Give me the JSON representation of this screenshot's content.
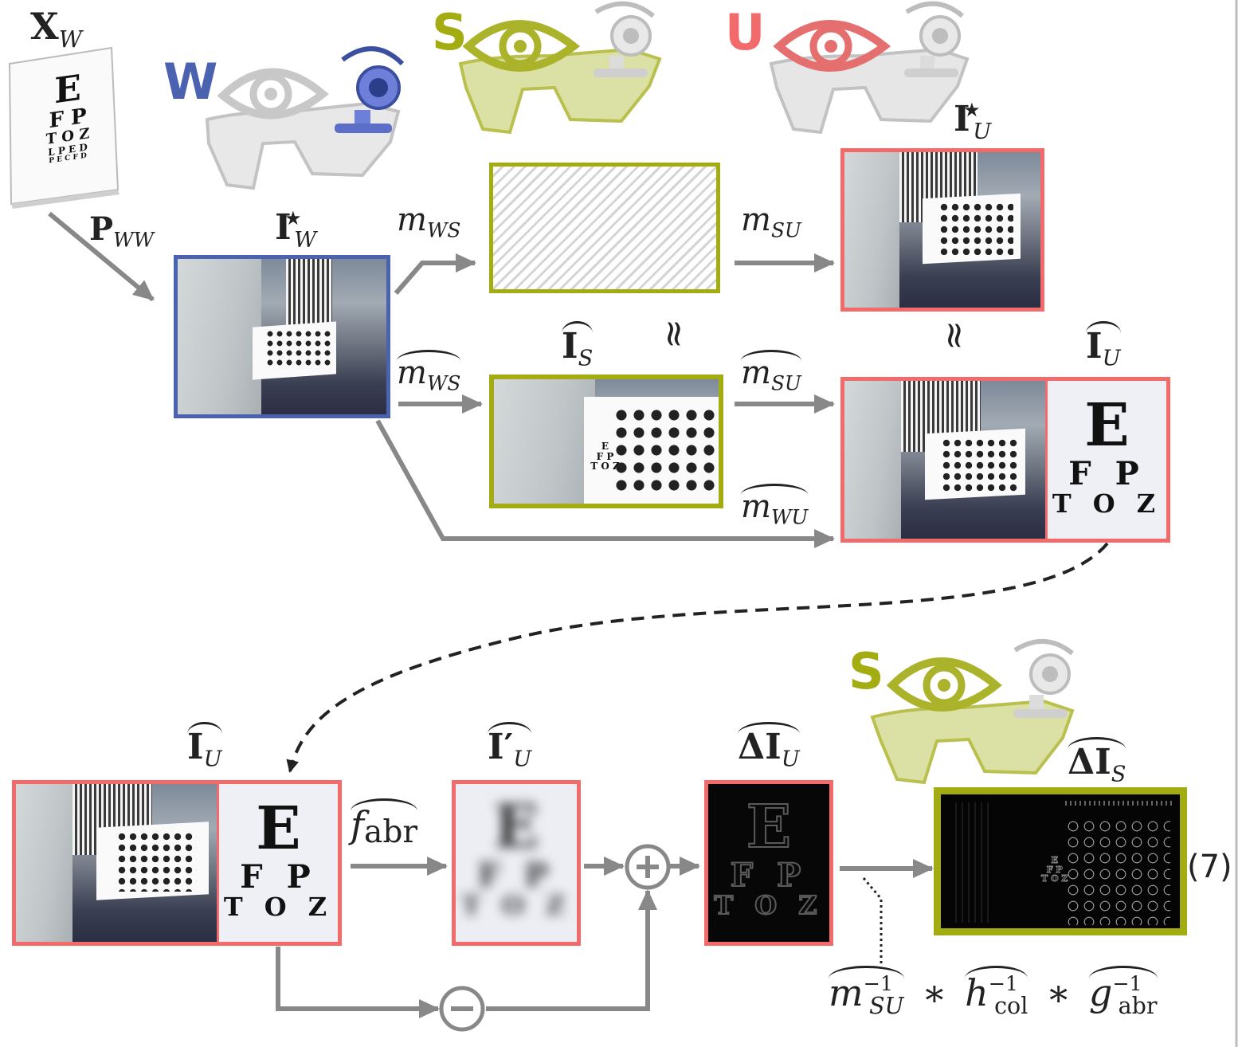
{
  "labels": {
    "x_w": "X",
    "x_w_sub": "W",
    "p_ww": "P",
    "p_ww_sub": "WW",
    "i_w_star": "I",
    "i_w_star_sup": "★",
    "i_w_star_sub": "W",
    "i_s_star": "I",
    "i_s_star_sup": "★",
    "i_s_star_sub": "S",
    "i_u_star": "I",
    "i_u_star_sup": "★",
    "i_u_star_sub": "U",
    "i_s_tilde": "I",
    "i_s_tilde_sub": "S",
    "i_u_tilde_top": "I",
    "i_u_tilde_top_sub": "U",
    "i_u_tilde_bottom": "I",
    "i_u_tilde_bottom_sub": "U",
    "i_u_prime": "I′",
    "i_u_prime_sub": "U",
    "delta_i_u": "ΔI",
    "delta_i_u_sub": "U",
    "delta_i_s": "ΔI",
    "delta_i_s_sub": "S",
    "m_ws": "m",
    "m_ws_sub": "WS",
    "m_su": "m",
    "m_su_sub": "SU",
    "m_ws_tilde": "m",
    "m_ws_tilde_sub": "WS",
    "m_su_tilde": "m",
    "m_su_tilde_sub": "SU",
    "m_wu_tilde": "m",
    "m_wu_tilde_sub": "WU",
    "f_abr": "f",
    "f_abr_sub": "abr",
    "approx": "≈",
    "eq_number": "(7)",
    "formula_m": "m",
    "formula_m_sup": "−1",
    "formula_m_sub": "SU",
    "formula_h": "h",
    "formula_h_sup": "−1",
    "formula_h_sub": "col",
    "formula_g": "g",
    "formula_g_sup": "−1",
    "formula_g_sub": "abr",
    "star_op": "∗"
  },
  "observers": {
    "w": "W",
    "s_top": "S",
    "u": "U",
    "s_bottom": "S"
  },
  "eye_chart": {
    "row1": "E",
    "row2": "F P",
    "row3": "T O Z",
    "row4": "L P E D",
    "row5": "P E C F D"
  },
  "colors": {
    "w": "#4a62b0",
    "s": "#a3ad12",
    "u": "#f26a6a",
    "arrow": "#888888"
  }
}
